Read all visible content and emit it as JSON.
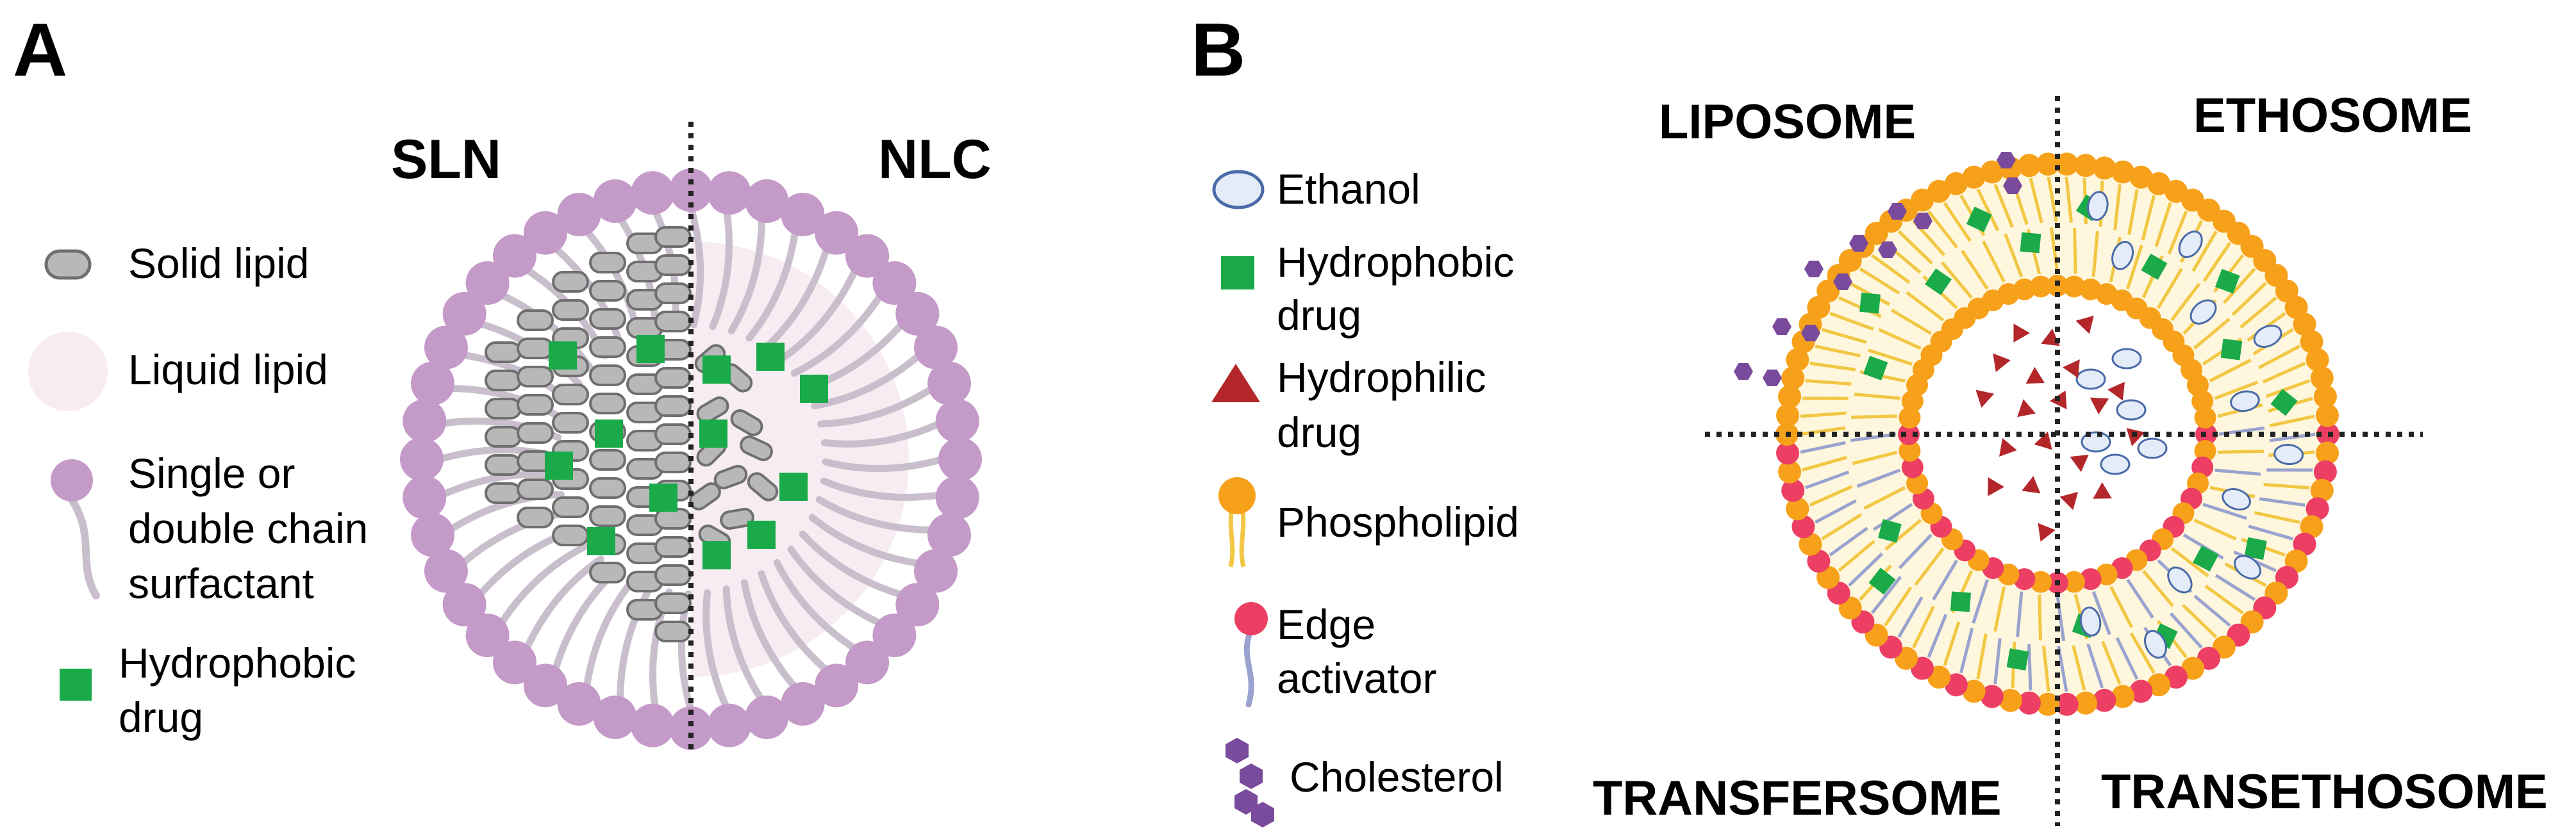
{
  "panel_a": {
    "letter": "A",
    "left_title": "SLN",
    "right_title": "NLC",
    "legend": {
      "solid_lipid": "Solid lipid",
      "liquid_lipid": "Liquid lipid",
      "surfactant_line1": "Single or",
      "surfactant_line2": "double chain",
      "surfactant_line3": "surfactant",
      "drug_line1": "Hydrophobic",
      "drug_line2": "drug"
    }
  },
  "panel_b": {
    "letter": "B",
    "quadrant_top_left": "LIPOSOME",
    "quadrant_top_right": "ETHOSOME",
    "quadrant_bottom_left": "TRANSFERSOME",
    "quadrant_bottom_right": "TRANSETHOSOME",
    "legend": {
      "ethanol": "Ethanol",
      "hydrophobic_line1": "Hydrophobic",
      "hydrophobic_line2": "drug",
      "hydrophilic_line1": "Hydrophilic",
      "hydrophilic_line2": "drug",
      "phospholipid": "Phospholipid",
      "edge_line1": "Edge",
      "edge_line2": "activator",
      "cholesterol": "Cholesterol"
    }
  },
  "colors": {
    "surfactant_head": "#c49ac8",
    "surfactant_tail": "#c9bfcc",
    "solid_lipid_fill": "#b8b8b8",
    "solid_lipid_stroke": "#6f6f6f",
    "liquid_lipid": "#f6ecf1",
    "drug_green": "#1aaa4a",
    "hydrophilic_red": "#b3262a",
    "phospholipid_head": "#f7a11a",
    "phospholipid_tail": "#f2c744",
    "edge_activator_head": "#ec3f63",
    "edge_activator_tail": "#9aa3cf",
    "ethanol_fill": "#e3ecf8",
    "ethanol_stroke": "#4a6aa8",
    "cholesterol": "#7a4a9c"
  }
}
